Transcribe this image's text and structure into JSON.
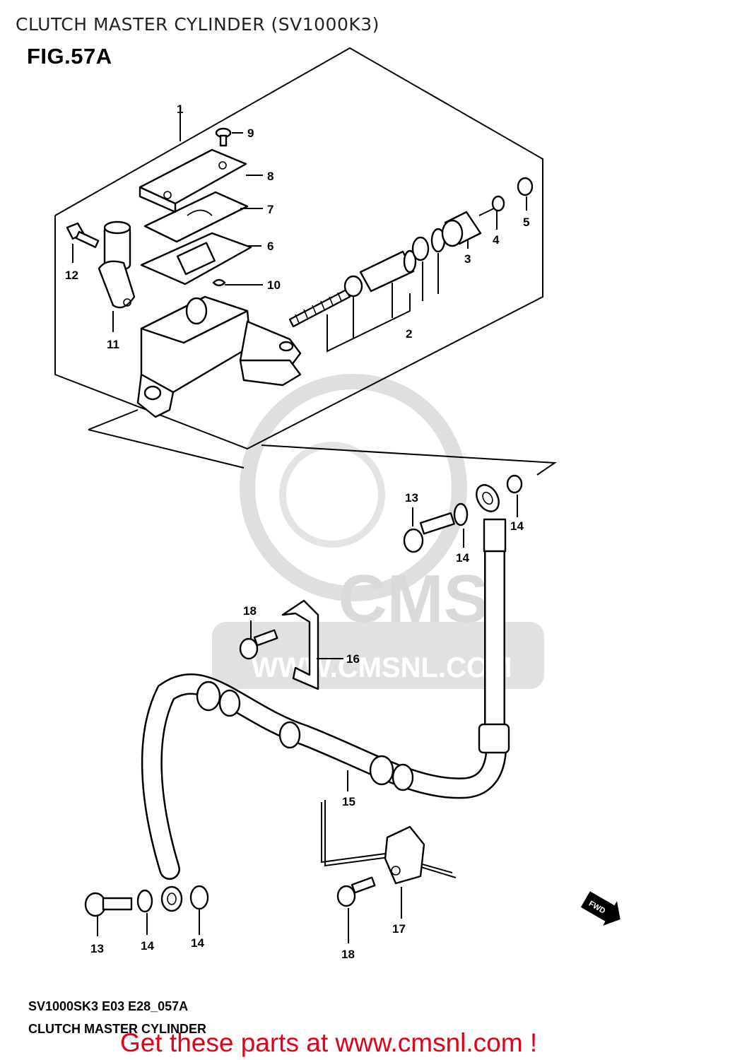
{
  "header": {
    "title": "CLUTCH MASTER CYLINDER (SV1000K3)"
  },
  "figure": {
    "label": "FIG.57A"
  },
  "watermark": {
    "text": "CMS",
    "url": "WWW.CMSNL.COM",
    "color": "#d9d9d9"
  },
  "callouts": [
    {
      "id": "c1",
      "text": "1"
    },
    {
      "id": "c2",
      "text": "2"
    },
    {
      "id": "c3",
      "text": "3"
    },
    {
      "id": "c4",
      "text": "4"
    },
    {
      "id": "c5",
      "text": "5"
    },
    {
      "id": "c6",
      "text": "6"
    },
    {
      "id": "c7",
      "text": "7"
    },
    {
      "id": "c8",
      "text": "8"
    },
    {
      "id": "c9",
      "text": "9"
    },
    {
      "id": "c10",
      "text": "10"
    },
    {
      "id": "c11",
      "text": "11"
    },
    {
      "id": "c12",
      "text": "12"
    },
    {
      "id": "c13a",
      "text": "13"
    },
    {
      "id": "c13b",
      "text": "13"
    },
    {
      "id": "c14a",
      "text": "14"
    },
    {
      "id": "c14b",
      "text": "14"
    },
    {
      "id": "c14c",
      "text": "14"
    },
    {
      "id": "c14d",
      "text": "14"
    },
    {
      "id": "c15",
      "text": "15"
    },
    {
      "id": "c16",
      "text": "16"
    },
    {
      "id": "c17",
      "text": "17"
    },
    {
      "id": "c18a",
      "text": "18"
    },
    {
      "id": "c18b",
      "text": "18"
    }
  ],
  "fwd_badge": "FWD",
  "footer": {
    "code": "SV1000SK3 E03 E28_057A",
    "name": "CLUTCH MASTER CYLINDER",
    "cta": "Get these parts at www.cmsnl.com !",
    "cta_color": "#e2001a"
  }
}
